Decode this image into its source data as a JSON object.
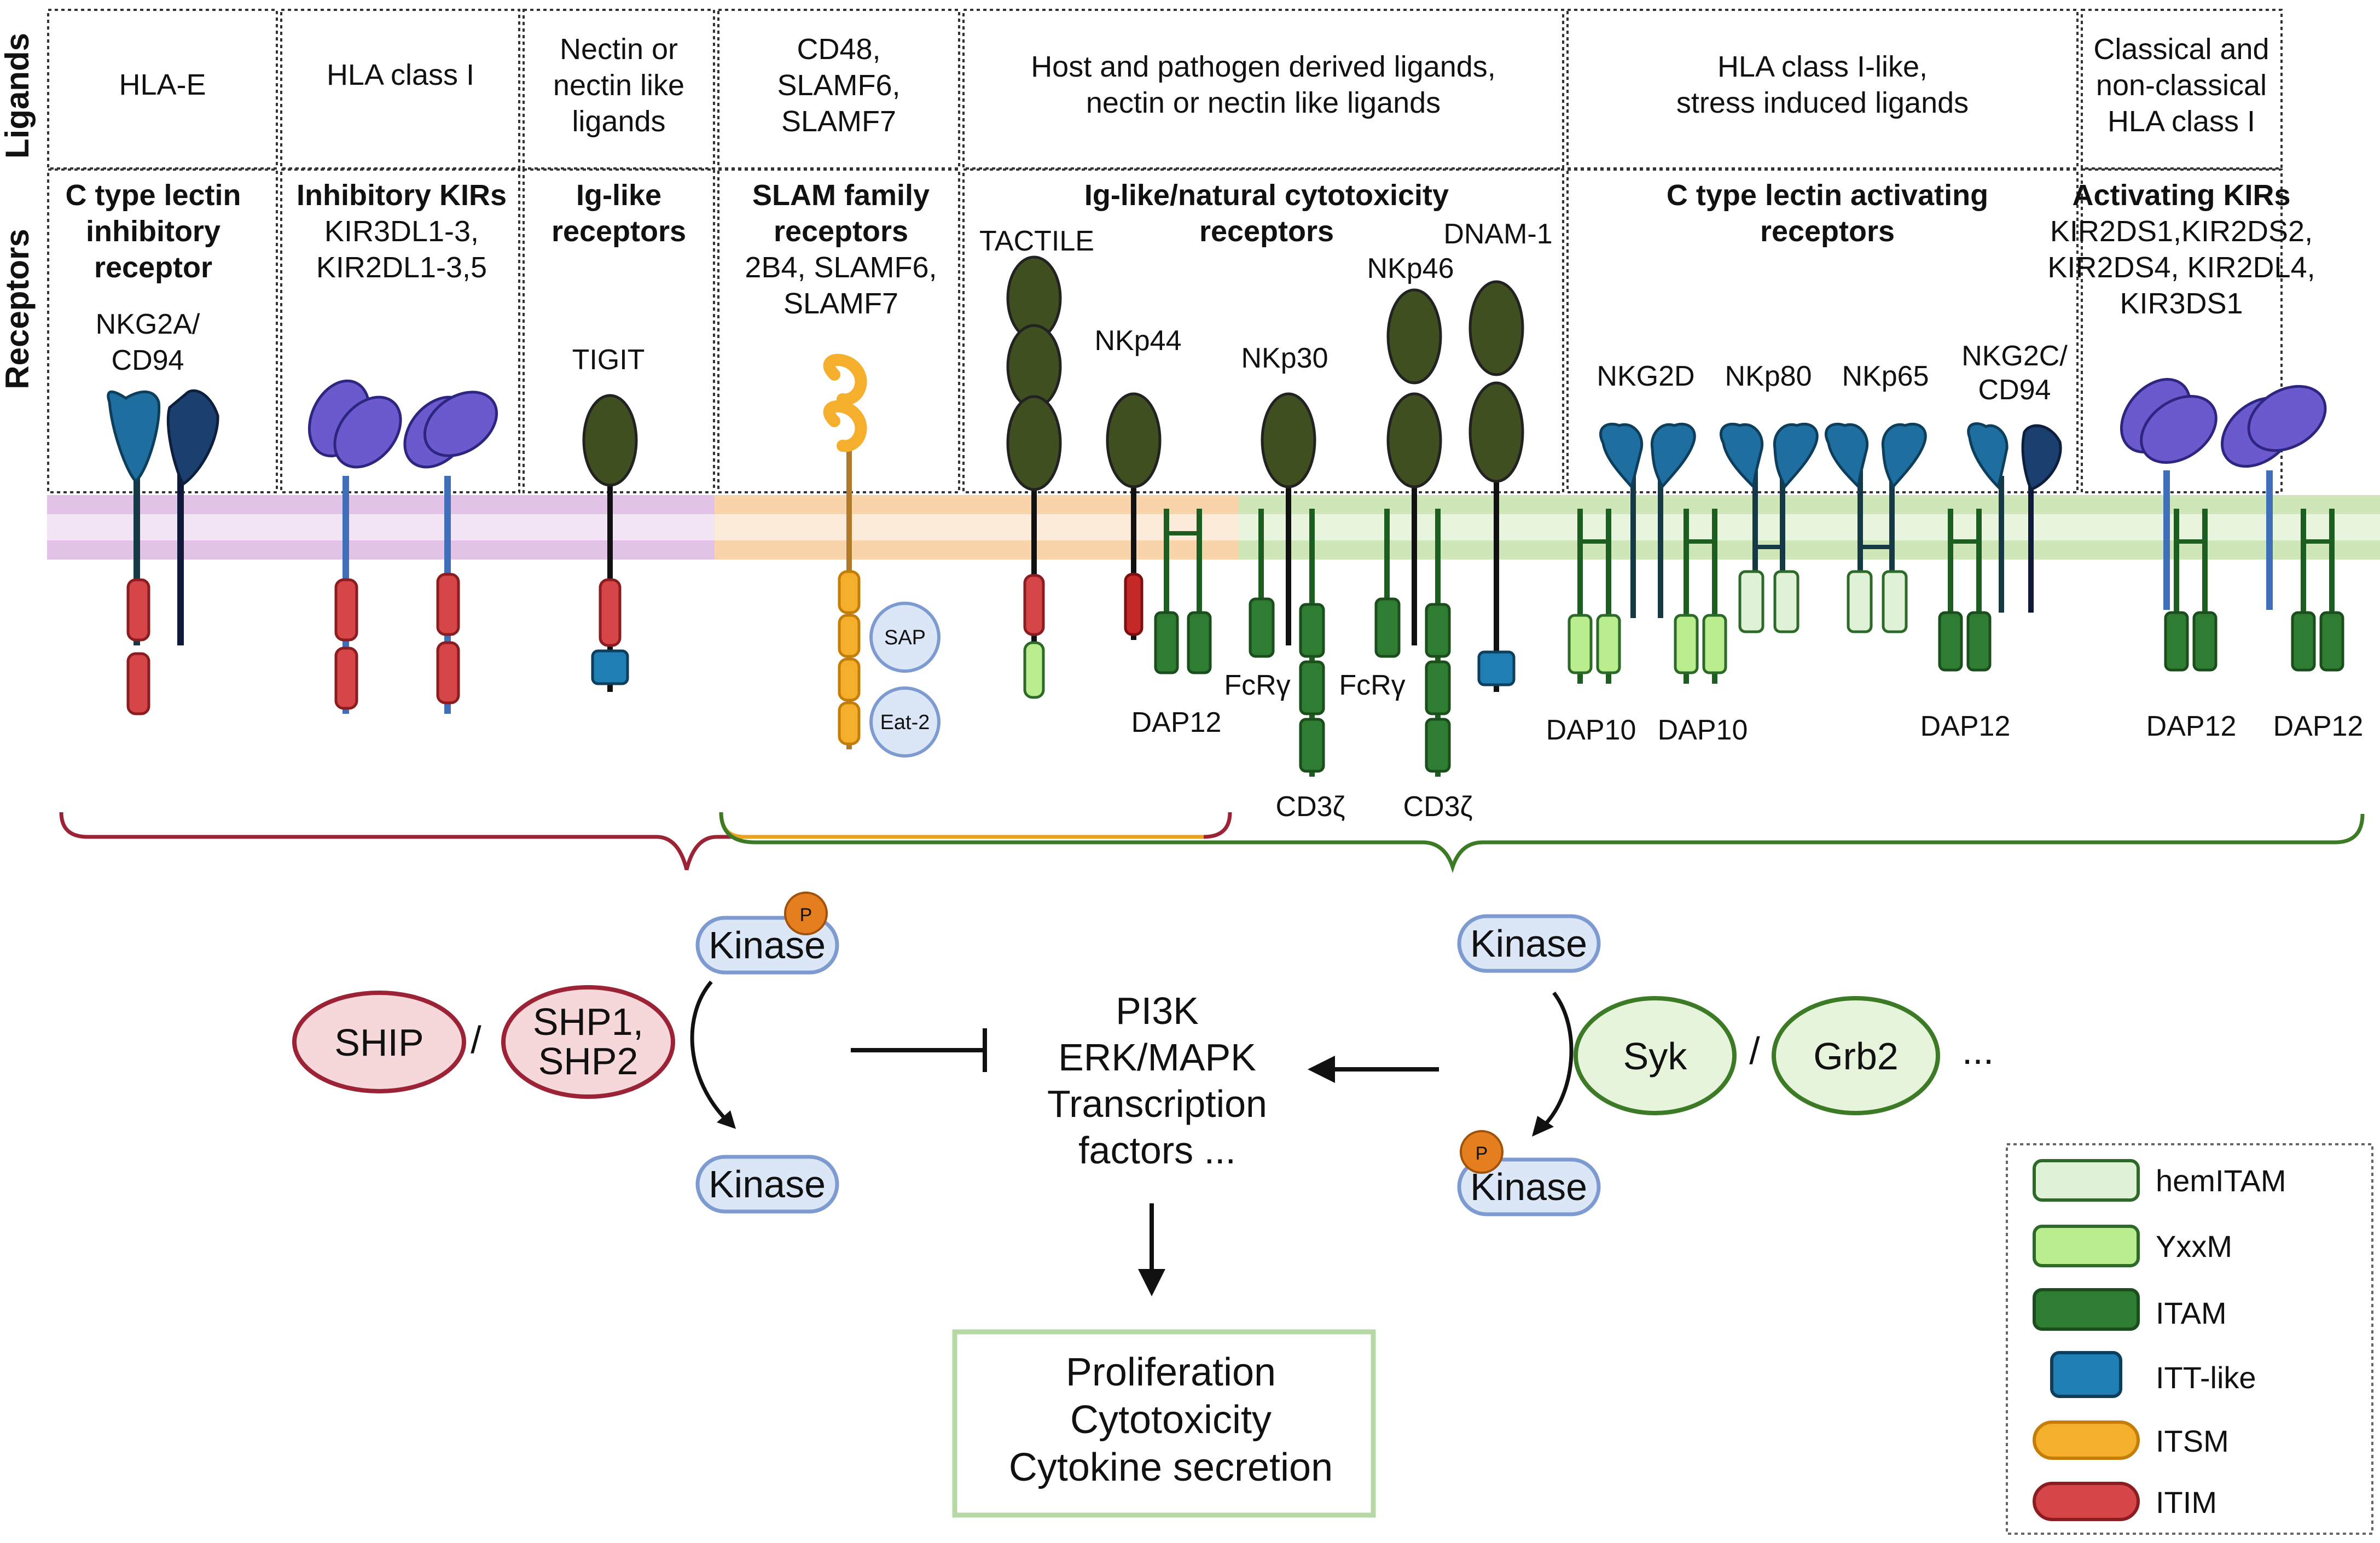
{
  "row_labels": {
    "ligands": "Ligands",
    "receptors": "Receptors"
  },
  "columns": [
    {
      "ligand_lines": [
        "HLA-E"
      ],
      "receptor_title_lines": [
        "C type lectin",
        "inhibitory",
        "receptor"
      ],
      "receptor_sub_lines": []
    },
    {
      "ligand_lines": [
        "HLA class I"
      ],
      "receptor_title_lines": [
        "Inhibitory KIRs"
      ],
      "receptor_sub_lines": [
        "KIR3DL1-3,",
        "KIR2DL1-3,5"
      ]
    },
    {
      "ligand_lines": [
        "Nectin or",
        "nectin like",
        "ligands"
      ],
      "receptor_title_lines": [
        "Ig-like",
        "receptors"
      ],
      "receptor_sub_lines": []
    },
    {
      "ligand_lines": [
        "CD48,",
        "SLAMF6,",
        "SLAMF7"
      ],
      "receptor_title_lines": [
        "SLAM family",
        "receptors"
      ],
      "receptor_sub_lines": [
        "2B4, SLAMF6,",
        "SLAMF7"
      ]
    },
    {
      "ligand_lines": [
        "Host and pathogen derived ligands,",
        "nectin or nectin like ligands"
      ],
      "receptor_title_lines": [
        "Ig-like/natural cytotoxicity",
        "receptors"
      ],
      "receptor_sub_lines": []
    },
    {
      "ligand_lines": [
        "HLA class I-like,",
        "stress induced ligands"
      ],
      "receptor_title_lines": [
        "C type lectin activating",
        "receptors"
      ],
      "receptor_sub_lines": []
    },
    {
      "ligand_lines": [
        "Classical and",
        "non-classical",
        "HLA class I"
      ],
      "receptor_title_lines": [
        "Activating KIRs"
      ],
      "receptor_sub_lines": [
        "KIR2DS1,KIR2DS2,",
        "KIR2DS4, KIR2DL4,",
        "KIR3DS1"
      ]
    }
  ],
  "receptors": {
    "nkg2a": [
      "NKG2A/",
      "CD94"
    ],
    "tigit": "TIGIT",
    "tactile": "TACTILE",
    "nkp44": "NKp44",
    "nkp30": "NKp30",
    "nkp46": "NKp46",
    "dnam1": "DNAM-1",
    "nkg2d": "NKG2D",
    "nkp80": "NKp80",
    "nkp65": "NKp65",
    "nkg2c": [
      "NKG2C/",
      "CD94"
    ]
  },
  "adaptors": {
    "sap": "SAP",
    "eat2": "Eat-2",
    "dap12": "DAP12",
    "fcrg": "FcRγ",
    "cd3z": "CD3ζ",
    "dap10": "DAP10"
  },
  "signaling": {
    "kinase": "Kinase",
    "phospho": "P",
    "ship": "SHIP",
    "shp_lines": [
      "SHP1,",
      "SHP2"
    ],
    "slash": "/",
    "syk": "Syk",
    "grb2": "Grb2",
    "ellipsis": "...",
    "pathways": [
      "PI3K",
      "ERK/MAPK",
      "Transcription",
      "factors ..."
    ],
    "outcomes": [
      "Proliferation",
      "Cytotoxicity",
      "Cytokine secretion"
    ]
  },
  "legend": [
    {
      "label": "hemITAM",
      "fill": "#dff1d6",
      "stroke": "#2d6a2a"
    },
    {
      "label": "YxxM",
      "fill": "#b9ec8c",
      "stroke": "#2d6a2a"
    },
    {
      "label": "ITAM",
      "fill": "#2e7d32",
      "stroke": "#1b4d1d"
    },
    {
      "label": "ITT-like",
      "fill": "#1f7fb4",
      "stroke": "#0d3e5c"
    },
    {
      "label": "ITSM",
      "fill": "#f6ae2d",
      "stroke": "#c47d07"
    },
    {
      "label": "ITIM",
      "fill": "#d64547",
      "stroke": "#8b1d20"
    }
  ],
  "colors": {
    "inhibitory": "#9b2335",
    "slam": "#e8a21d",
    "activating": "#3d7a26",
    "membrane_inhib": "#e3c2e8",
    "membrane_slam": "#f9d3a9",
    "membrane_act": "#cfe6b8",
    "ig_domain": "#3f4f1f",
    "kir_domain": "#6a5acd",
    "lectin_light": "#1e6f9f",
    "lectin_dark": "#1b3f6e"
  }
}
